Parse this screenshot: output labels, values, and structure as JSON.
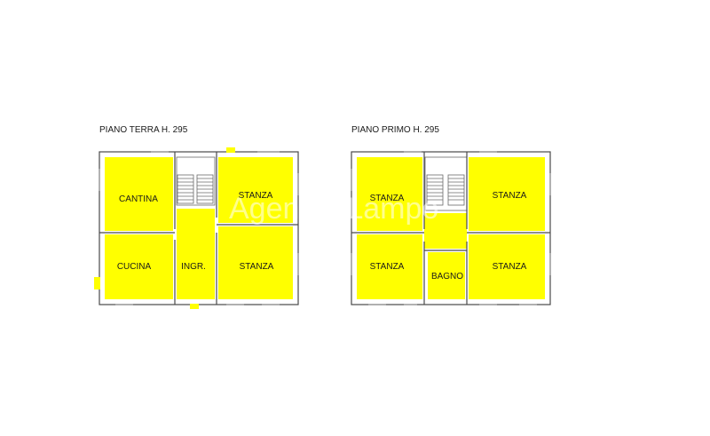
{
  "plans": [
    {
      "title": "PIANO TERRA H. 295",
      "rooms": [
        "CANTINA",
        "STANZA",
        "CUCINA",
        "INGR.",
        "STANZA"
      ]
    },
    {
      "title": "PIANO PRIMO H. 295",
      "rooms": [
        "STANZA",
        "STANZA",
        "STANZA",
        "BAGNO",
        "STANZA"
      ]
    }
  ],
  "watermark": "Agenzia Lampo",
  "colors": {
    "room_fill": "#ffff00",
    "wall": "#4a4a4a",
    "background": "#ffffff"
  }
}
